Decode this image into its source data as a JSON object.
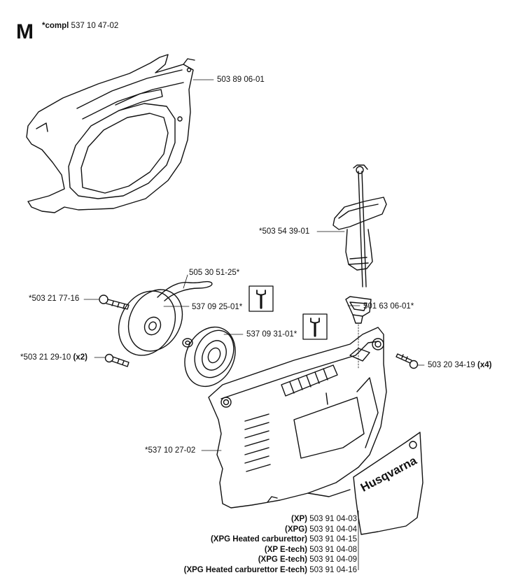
{
  "section_letter": "M",
  "complete_kit": {
    "prefix": "*compl",
    "part_number": "537 10 47-02"
  },
  "parts": {
    "top_housing": "503 89 06-01",
    "handle": "*503 54 39-01",
    "rope": "505 30 51-25*",
    "screw_pulley": "*503 21 77-16",
    "pulley": "537 09 25-01*",
    "spring_cassette": "537 09 31-01*",
    "rope_guide": "501 63 06-01*",
    "screw_cassette": {
      "number": "*503 21 29-10",
      "qty": "(x2)"
    },
    "screw_housing": {
      "number": "503 20 34-19",
      "qty": "(x4)"
    },
    "starter_cover": "*537 10 27-02"
  },
  "decal_brand": "Husqvarna",
  "variants": [
    {
      "model": "(XP)",
      "part": "503 91 04-03"
    },
    {
      "model": "(XPG)",
      "part": "503 91 04-04"
    },
    {
      "model": "(XPG Heated carburettor)",
      "part": "503 91 04-15"
    },
    {
      "model": "(XP E-tech)",
      "part": "503 91 04-08"
    },
    {
      "model": "(XPG E-tech)",
      "part": "503 91 04-09"
    },
    {
      "model": "(XPG Heated carburettor E-tech)",
      "part": "503 91 04-16"
    }
  ],
  "icons": [
    "wrench-icon"
  ]
}
